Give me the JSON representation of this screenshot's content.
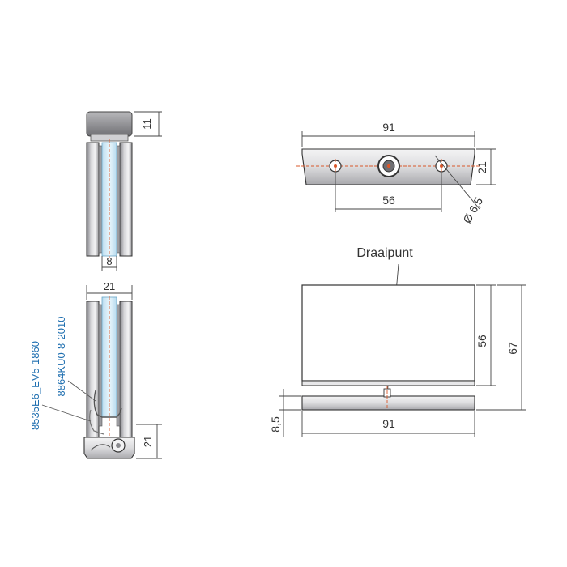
{
  "labels": {
    "pivot": "Draaipunt",
    "part_number_1": "8535E6_EV5-1860",
    "part_number_2": "8864KU0-8-2010"
  },
  "dimensions": {
    "cap_height": "11",
    "glass_thickness": "8",
    "side_width": "21",
    "side_bottom_height": "21",
    "top_width": "91",
    "top_height": "21",
    "hole_spacing": "56",
    "hole_diameter": "Ø 6,5",
    "front_inner_height": "56",
    "front_total_height": "67",
    "front_gap": "8,5",
    "front_width": "91"
  },
  "colors": {
    "centerline": "#d9582b",
    "glass": "#cfe8f5",
    "metal_light": "#e4e4e6",
    "metal_dark": "#8e8e92",
    "part_label": "#1f6fb0"
  }
}
